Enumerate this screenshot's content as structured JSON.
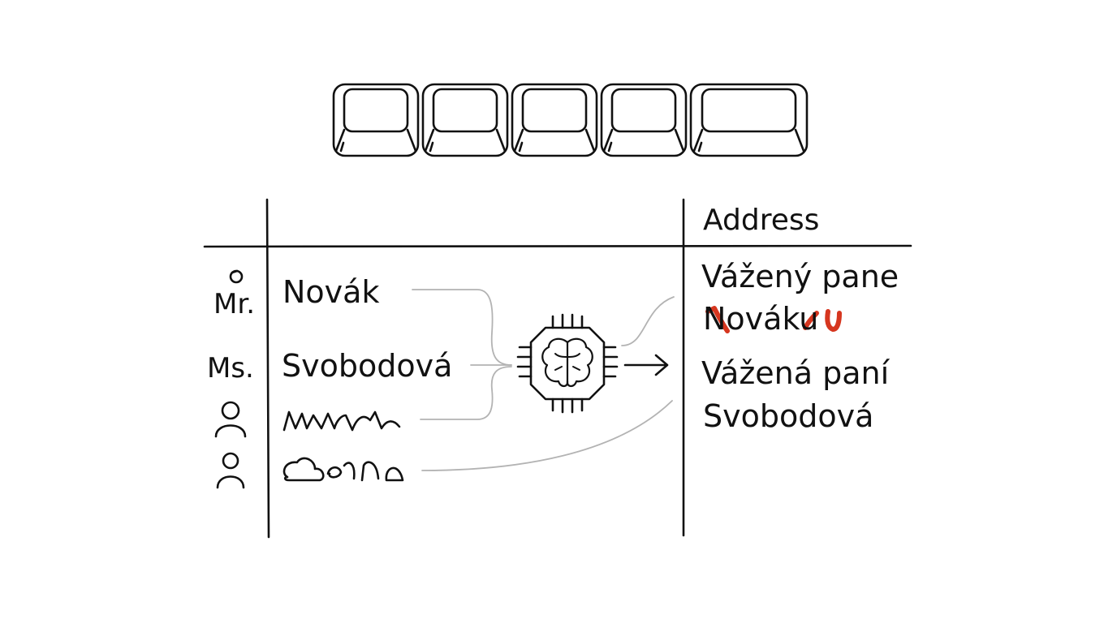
{
  "keys": {
    "count": 5,
    "icon": "keycap-icon"
  },
  "table": {
    "address_header": "Address",
    "honorifics": [
      {
        "text": "Mr.",
        "icon": "small-circle-icon"
      },
      {
        "text": "Ms."
      },
      {
        "icon": "person-icon"
      },
      {
        "icon": "person-icon"
      }
    ],
    "names": [
      {
        "text": "Novák"
      },
      {
        "text": "Svobodová"
      },
      {
        "icon": "scribble-name-icon"
      },
      {
        "icon": "scribble-name-icon"
      }
    ],
    "addresses": [
      {
        "line1": "Vážený pane",
        "line2": "Nováku"
      },
      {
        "line1": "Vážená paní",
        "line2": "Svobodová"
      }
    ]
  },
  "processor": {
    "icon": "ai-chip-brain-icon",
    "arrow_icon": "arrow-right-icon"
  },
  "colors": {
    "ink": "#111111",
    "connector": "#b3b3b3",
    "accent": "#d6361f"
  }
}
